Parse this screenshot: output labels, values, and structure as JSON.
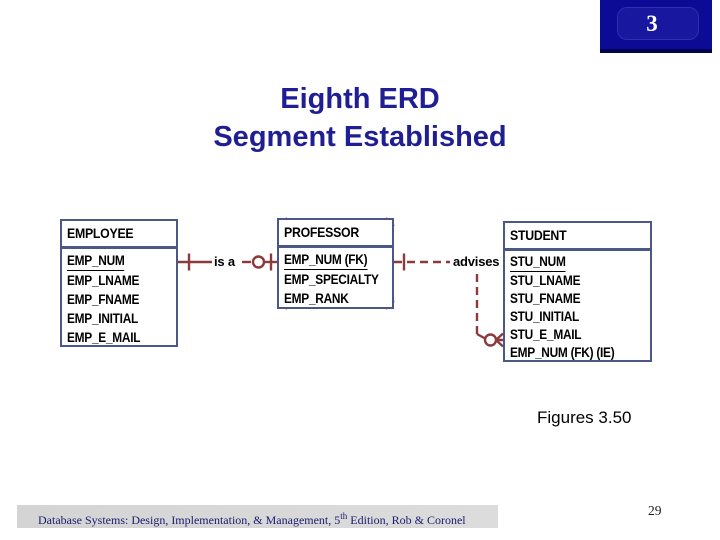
{
  "slide": {
    "badge_number": "3",
    "title": {
      "line1": "Eighth ERD",
      "line2": "Segment Established"
    },
    "figure_caption": "Figures 3.50",
    "footer": {
      "text_before_sup": "Database Systems: Design, Implementation, & Management, 5",
      "sup": "th",
      "text_after_sup": " Edition, Rob & Coronel"
    },
    "page_number": "29"
  },
  "diagram": {
    "entities": [
      {
        "name": "EMPLOYEE",
        "attributes": [
          {
            "label": "EMP_NUM",
            "key": true
          },
          {
            "label": "EMP_LNAME",
            "key": false
          },
          {
            "label": "EMP_FNAME",
            "key": false
          },
          {
            "label": "EMP_INITIAL",
            "key": false
          },
          {
            "label": "EMP_E_MAIL",
            "key": false
          }
        ]
      },
      {
        "name": "PROFESSOR",
        "attributes": [
          {
            "label": "EMP_NUM (FK)",
            "key": true
          },
          {
            "label": "EMP_SPECIALTY",
            "key": false
          },
          {
            "label": "EMP_RANK",
            "key": false
          }
        ]
      },
      {
        "name": "STUDENT",
        "attributes": [
          {
            "label": "STU_NUM",
            "key": true
          },
          {
            "label": "STU_LNAME",
            "key": false
          },
          {
            "label": "STU_FNAME",
            "key": false
          },
          {
            "label": "STU_INITIAL",
            "key": false
          },
          {
            "label": "STU_E_MAIL",
            "key": false
          },
          {
            "label": "EMP_NUM (FK) (IE)",
            "key": false
          }
        ]
      }
    ],
    "relationships": [
      {
        "label": "is a",
        "from": "EMPLOYEE",
        "to": "PROFESSOR",
        "from_cardinality": "one",
        "to_cardinality": "zero-or-one",
        "line_style": "solid-with-dash"
      },
      {
        "label": "advises",
        "from": "PROFESSOR",
        "to": "STUDENT",
        "from_cardinality": "one",
        "to_cardinality": "zero-or-many",
        "line_style": "dashed"
      }
    ],
    "colors": {
      "entity_border": "#4A5787",
      "relationship_line": "#8B3B3E",
      "title_text": "#1F1F93",
      "badge_bg": "#0B0B96",
      "footer_bg": "#D8D8D8",
      "footer_text": "#1B1B6E"
    }
  }
}
